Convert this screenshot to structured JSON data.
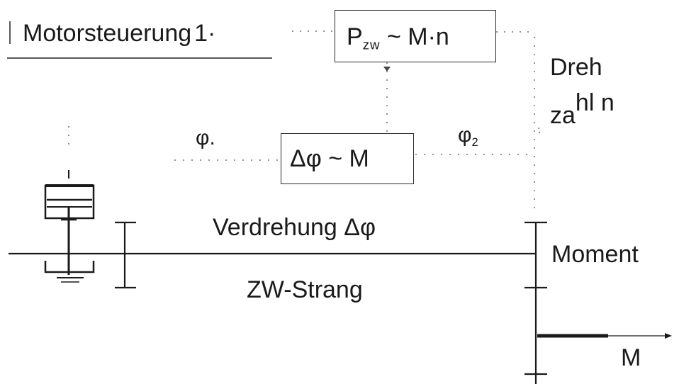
{
  "title": {
    "prefix": "Motorsteuerung",
    "suffix": "1·"
  },
  "power_box": {
    "p": "P",
    "p_sub": "zw",
    "rest": " ~ M·n"
  },
  "speed_label": {
    "line1": "Dreh",
    "line2_a": "za",
    "line2_b": "hl n"
  },
  "phi1": "φ.",
  "phi2": {
    "sym": "φ",
    "sub": "2"
  },
  "angle_box": {
    "text": "Δφ ~ M"
  },
  "shaft": {
    "upper_label": "Verdrehung Δφ",
    "lower_label": "ZW-Strang"
  },
  "moment_label": "Moment",
  "load_label": "M"
}
